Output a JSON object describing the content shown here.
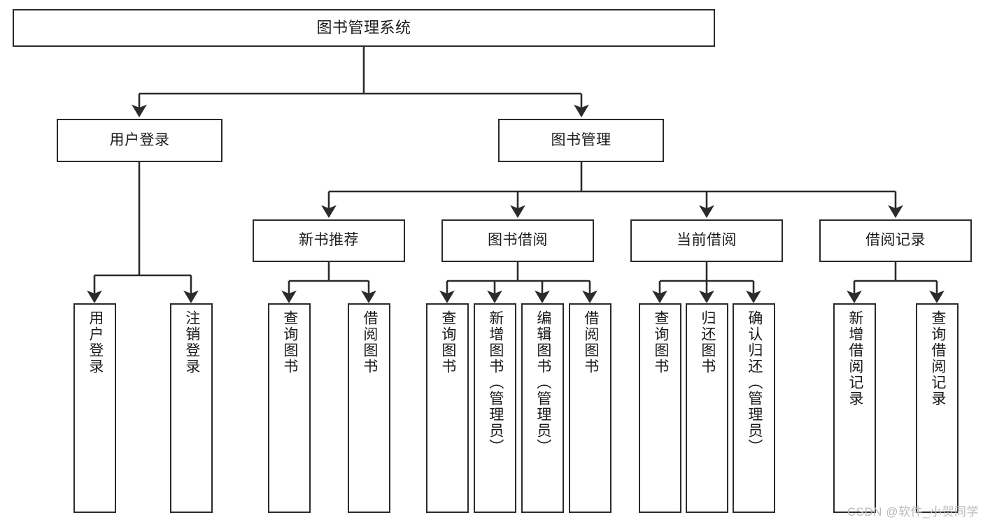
{
  "diagram": {
    "title": "图书管理系统",
    "type": "tree-hierarchy-diagram",
    "root": {
      "id": "root",
      "label": "图书管理系统"
    },
    "level2": [
      {
        "id": "user-login",
        "label": "用户登录"
      },
      {
        "id": "book-management",
        "label": "图书管理"
      }
    ],
    "level3": [
      {
        "id": "new-book-recommend",
        "label": "新书推荐"
      },
      {
        "id": "book-borrow",
        "label": "图书借阅"
      },
      {
        "id": "current-borrow",
        "label": "当前借阅"
      },
      {
        "id": "borrow-record",
        "label": "借阅记录"
      }
    ],
    "leaves": [
      {
        "id": "leaf-user-login",
        "label": "用户登录"
      },
      {
        "id": "leaf-logout-login",
        "label": "注销登录"
      },
      {
        "id": "leaf-query-book-1",
        "label": "查询图书"
      },
      {
        "id": "leaf-borrow-book-1",
        "label": "借阅图书"
      },
      {
        "id": "leaf-query-book-2",
        "label": "查询图书"
      },
      {
        "id": "leaf-add-book-admin",
        "label": "新增图书（管理员）"
      },
      {
        "id": "leaf-edit-book-admin",
        "label": "编辑图书（管理员）"
      },
      {
        "id": "leaf-borrow-book-2",
        "label": "借阅图书"
      },
      {
        "id": "leaf-query-book-3",
        "label": "查询图书"
      },
      {
        "id": "leaf-return-book",
        "label": "归还图书"
      },
      {
        "id": "leaf-confirm-return-admin",
        "label": "确认归还（管理员）"
      },
      {
        "id": "leaf-add-borrow-record",
        "label": "新增借阅记录"
      },
      {
        "id": "leaf-query-borrow-record",
        "label": "查询借阅记录"
      }
    ]
  },
  "watermark": {
    "text": "CSDN @软件_小贺同学"
  },
  "colors": {
    "background": "#ffffff",
    "box_border": "#2b2b2b",
    "box_fill": "#ffffff",
    "text": "#1a1a1a",
    "connector": "#2b2b2b",
    "watermark": "#b9b9b9"
  }
}
